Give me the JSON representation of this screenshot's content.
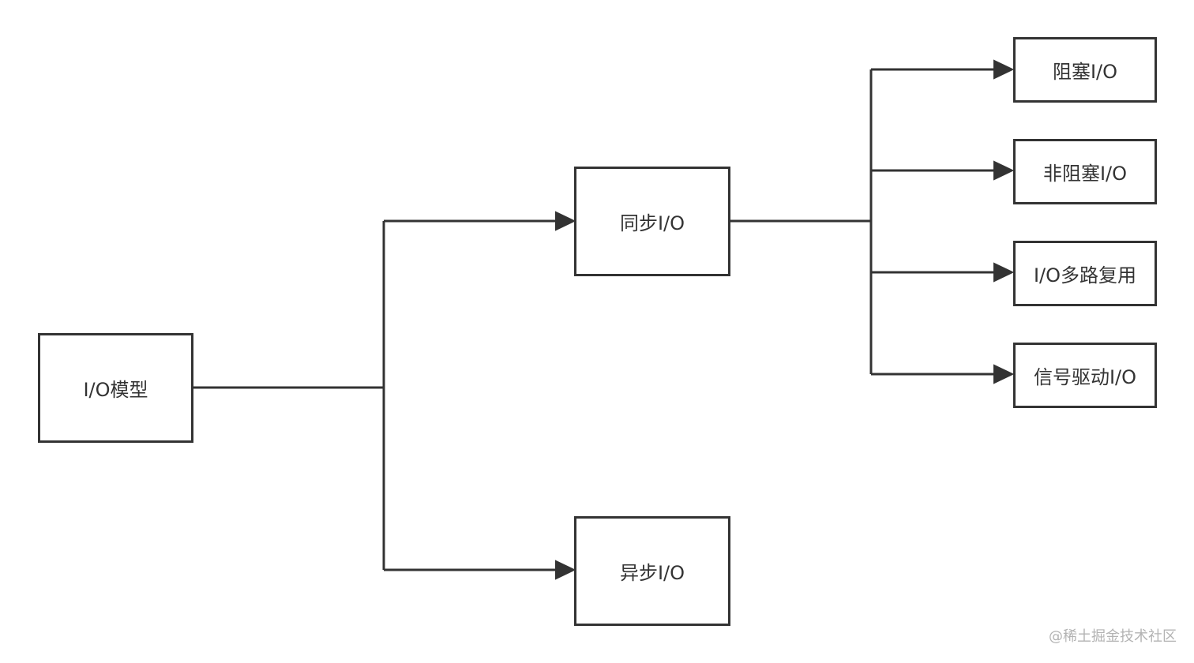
{
  "nodes": {
    "root": "I/O模型",
    "sync": "同步I/O",
    "async": "异步I/O",
    "blocking": "阻塞I/O",
    "non_blocking": "非阻塞I/O",
    "multiplexing": "I/O多路复用",
    "signal_driven": "信号驱动I/O"
  },
  "watermark": "@稀土掘金技术社区",
  "colors": {
    "stroke": "#333333",
    "text": "#333333",
    "watermark": "#b3b3b3"
  }
}
